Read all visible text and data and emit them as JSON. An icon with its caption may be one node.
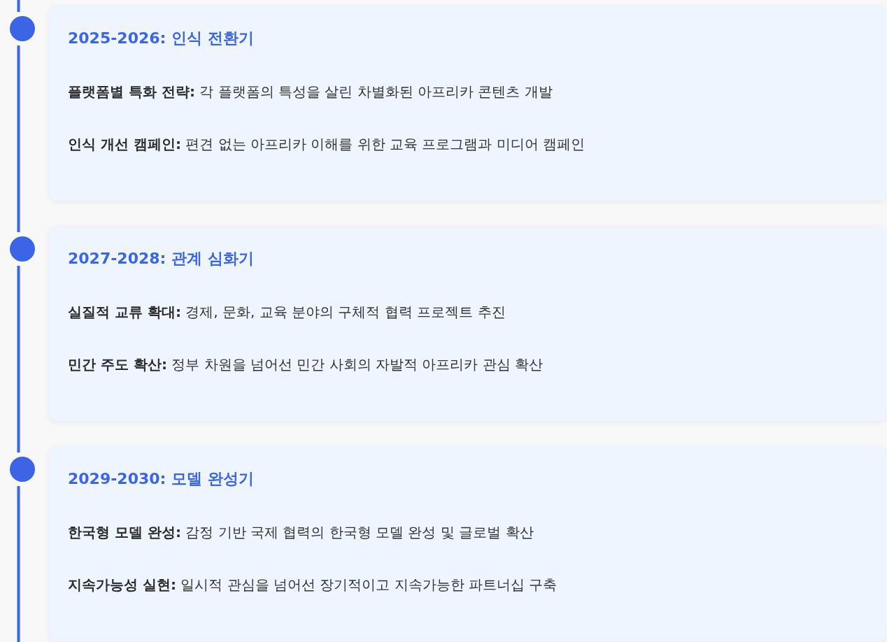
{
  "diagram": {
    "nodes": [
      {
        "text": [
          "2025-2026: 인식 전환기",
          "**플랫폼별 특화 전략:** 각 플랫폼의 특성을 살린 차별화된 아프리카 콘텐츠 개발",
          "**인식 개선 캠페인:** 편견 없는 아프리카 이해를 위한 교육 프로그램과 미디어 캠페인"
        ]
      },
      {
        "text": [
          "2027-2028: 관계 심화기",
          "**실질적 교류 확대:** 경제, 문화, 교육 분야의 구체적 협력 프로젝트 추진",
          "**민간 주도 확산:** 정부 차원을 넘어선 민간 사회의 자발적 아프리카 관심 확산"
        ]
      },
      {
        "text": [
          "2029-2030: 모델 완성기",
          "**한국형 모델 완성:** 감정 기반 국제 협력의 한국형 모델 완성 및 글로벌 확산",
          "**지속가능성 실현:** 일시적 관심을 넘어선 장기적이고 지속가능한 파트너십 구축"
        ]
      }
    ]
  }
}
